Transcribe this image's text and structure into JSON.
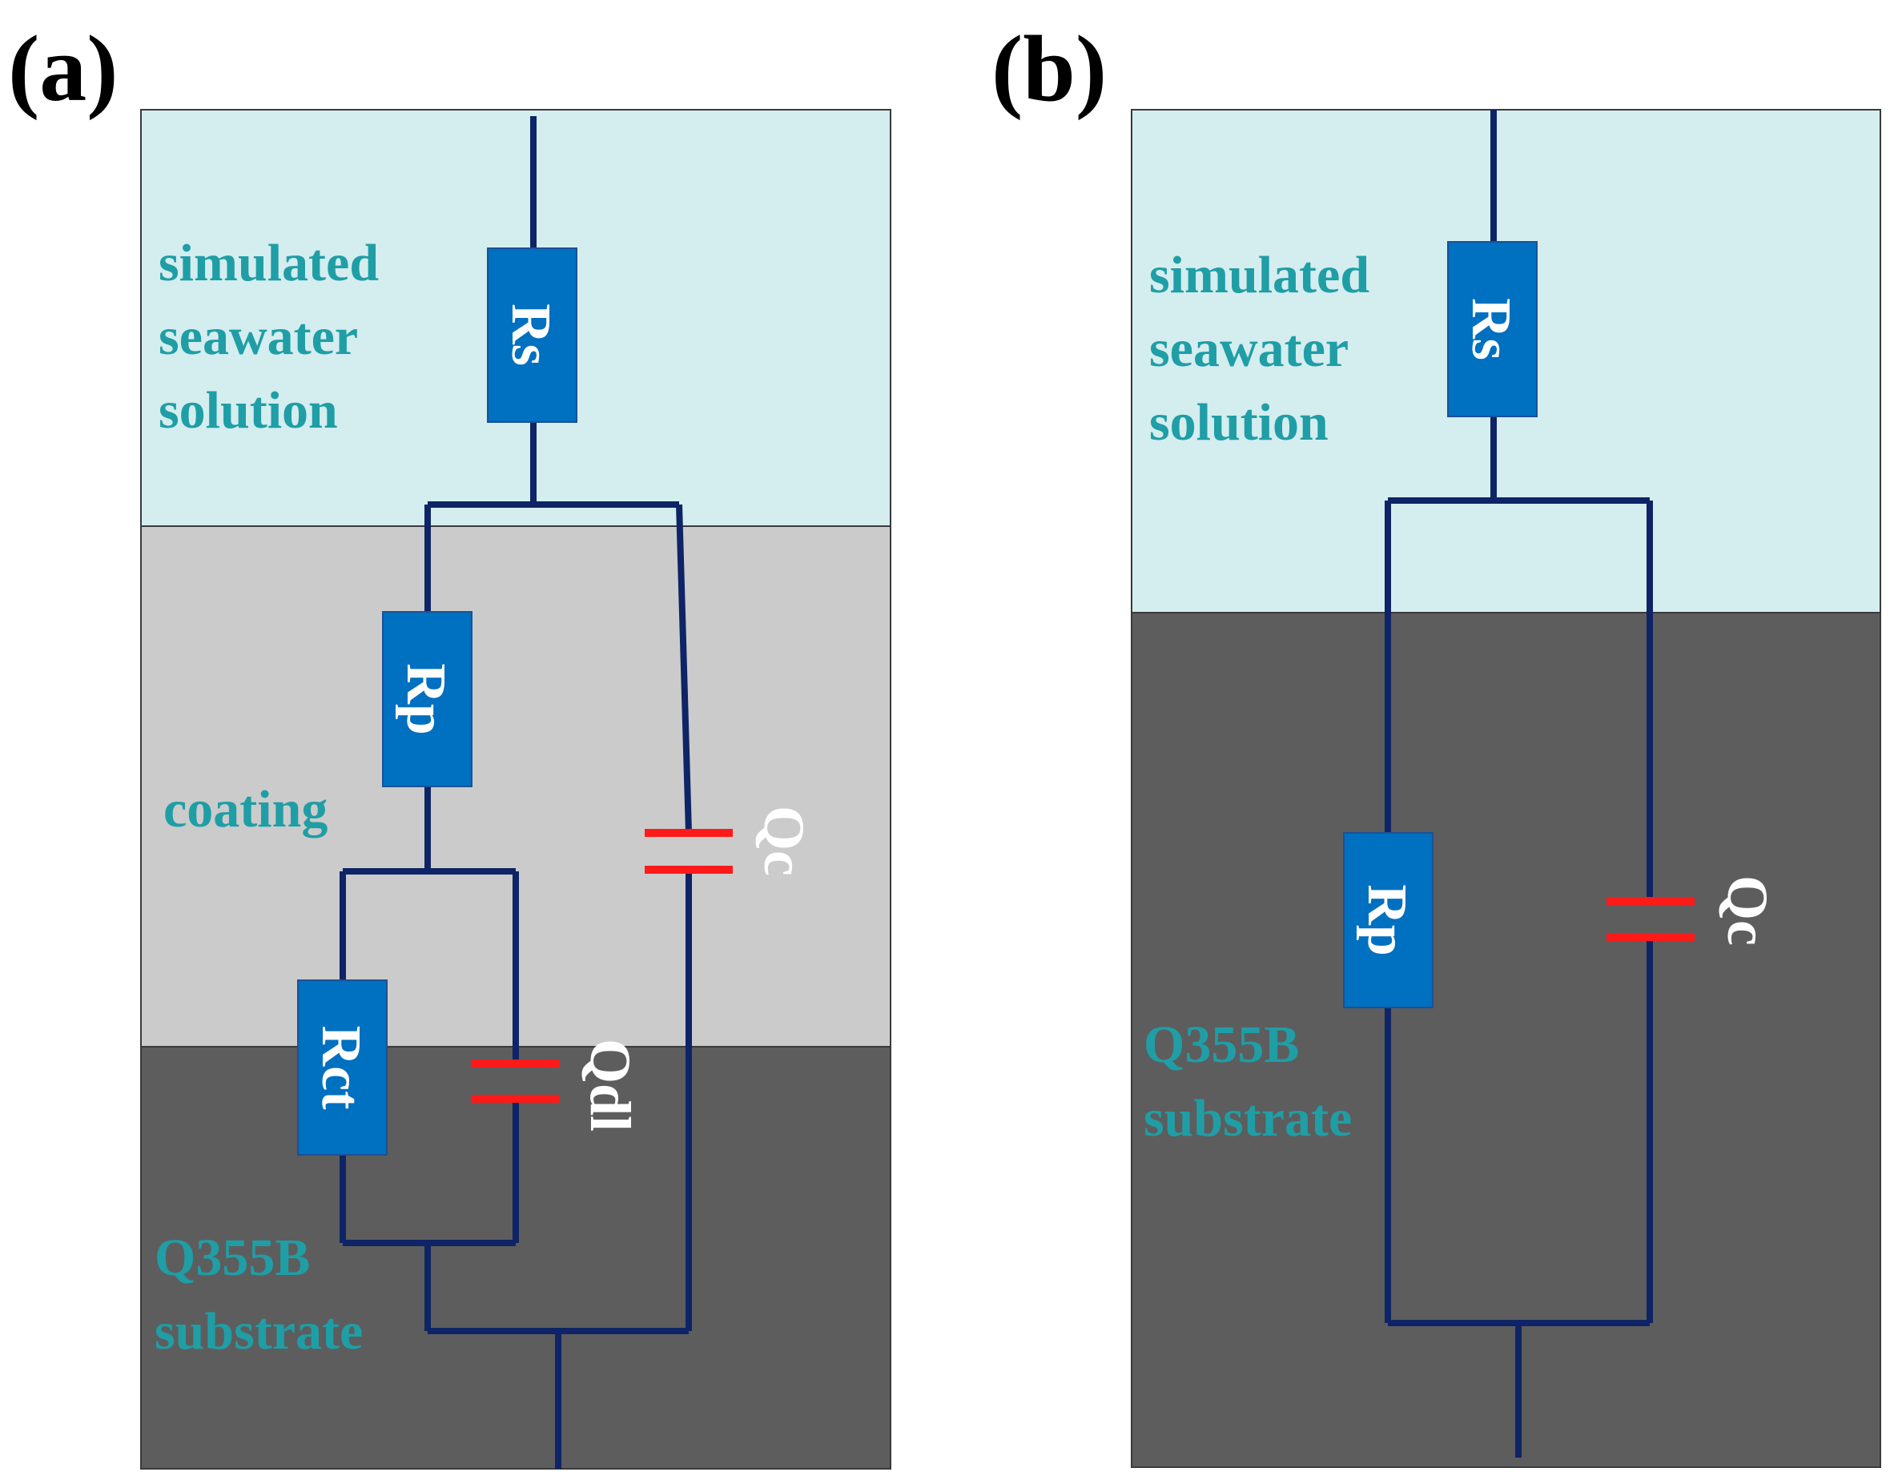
{
  "colors": {
    "solution": "#d4edef",
    "coating": "#cbcbcb",
    "substrate": "#5d5d5d",
    "wire": "#0e2466",
    "resistor": "#0070c0",
    "capacitor": "#ff1a1a",
    "layer_text": "#1f9ea6",
    "component_text": "#ffffff"
  },
  "panel_a": {
    "label": "(a)",
    "layers": {
      "solution": [
        "simulated",
        "seawater",
        "solution"
      ],
      "coating": [
        "coating"
      ],
      "substrate": [
        "Q355B",
        "substrate"
      ]
    },
    "components": {
      "Rs": "Rs",
      "Rp": "Rp",
      "Rct": "Rct",
      "Qdl": "Qdl",
      "Qc": "Qc"
    }
  },
  "panel_b": {
    "label": "(b)",
    "layers": {
      "solution": [
        "simulated",
        "seawater",
        "solution"
      ],
      "substrate": [
        "Q355B",
        "substrate"
      ]
    },
    "components": {
      "Rs": "Rs",
      "Rp": "Rp",
      "Qc": "Qc"
    }
  }
}
